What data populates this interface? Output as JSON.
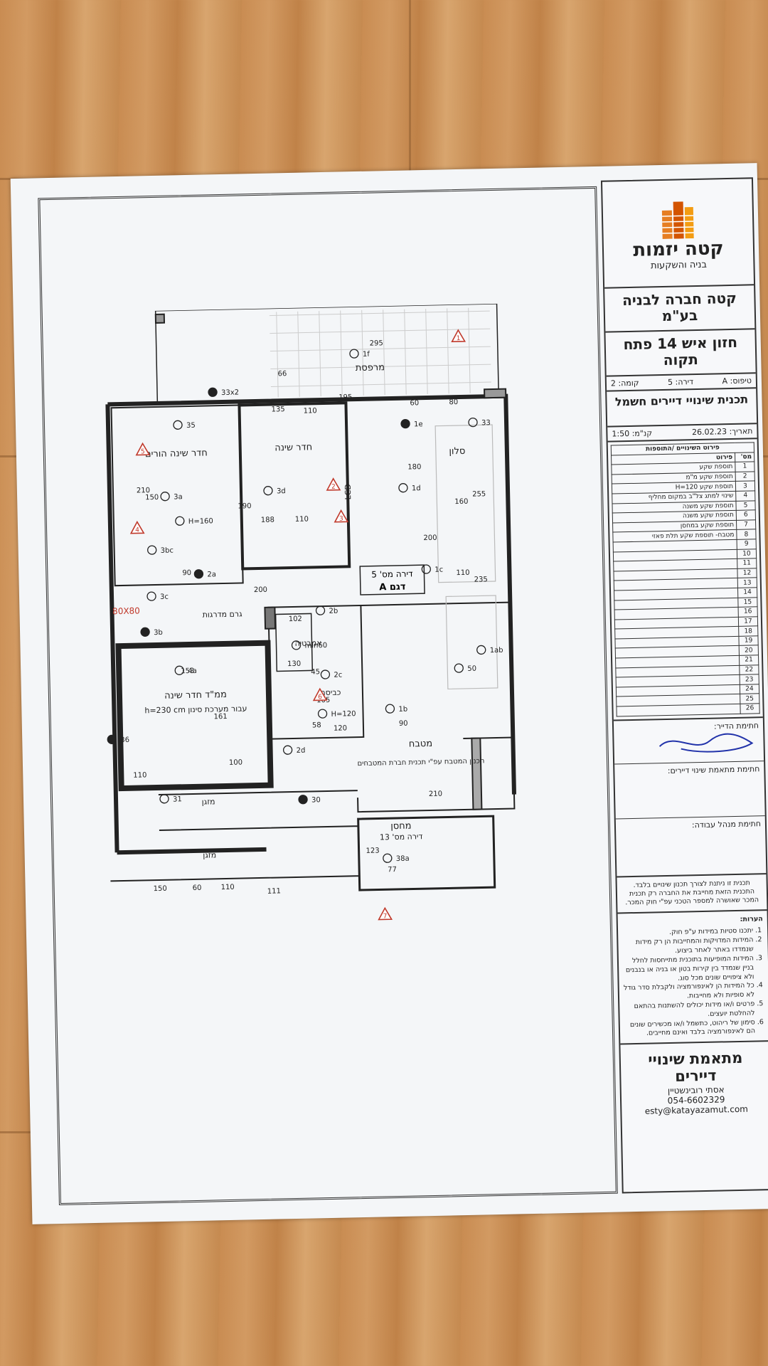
{
  "company": {
    "logo_name": "קטה יזמות",
    "logo_sub": "בניה והשקעות",
    "entity": "קטה חברה לבניה בע\"מ",
    "address": "חזון איש 14 פתח תקוה"
  },
  "info": {
    "type": "טיפוס: A",
    "apartment": "דירה: 5",
    "floor": "קומה: 2",
    "plan_title": "תכנית שינויי דיירים חשמל",
    "date": "תאריך: 26.02.23",
    "scale": "קנ\"מ: 1:50"
  },
  "changes": {
    "header": "פירוט השינויים /התוספות",
    "col_num": "מס'",
    "col_desc": "פירוט",
    "rows": [
      "תוספת שקע",
      "תוספת שקע מ\"מ",
      "תוספת שקע H=120",
      "שינוי למתג צל\"ב במקום מחליף",
      "תוספת שקע משנה",
      "תוספת שקע משנה",
      "תוספת שקע במחסן",
      "מטבח- תוספת שקע תלת פאזי",
      "",
      "",
      "",
      "",
      "",
      "",
      "",
      "",
      "",
      "",
      "",
      "",
      "",
      "",
      "",
      "",
      "",
      ""
    ]
  },
  "signatures": {
    "designer": "חתימת הדייר:",
    "consultant": "חתימת מתאמת שינוי דיירים:",
    "manager": "חתימת מנהל עבודה:"
  },
  "disclaimer": "תכנית זו ניתנת לצורך תכנון שינויים בלבד. התכנית הזאת מחייבת את החברה רק תכנית המכר שאושרה למספר הטכני עפ\"י חוק המכר.",
  "notes": {
    "title": "הערות:",
    "items": [
      "יתכנו סטיות במידות ע\"פ חוק.",
      "המידות המדויקות והמחייבות הן רק מידות שנמדדו באתר לאחר ביצוע.",
      "המידות המופיעות בתוכנית מתייחסות לחלל בניין שנמדד בין קירות בטון או בניה או בנבנים ולא ציפויים שונים מכל סוג.",
      "כל המידות הן לאינפורמציה ולקבלת סדר גודל לא סופיות ולא מחייבות.",
      "פרטים ו/או מידות יכולים להשתנות בהתאם להחלטת יועצים.",
      "סימון של ריהוט, כתשמל ו/או מכשירים שונים הם לאינפורמציה בלבד ואינם מחייבים."
    ]
  },
  "consultant": {
    "title": "מתאמת שינויי דיירים",
    "name": "אסתי רובינשטיין",
    "phone": "054-6602329",
    "email": "esty@katayazamut.com"
  },
  "plan": {
    "apartment_label": "דירה מס' 5",
    "model_label": "דגם A",
    "rooms": {
      "parents": "חדר שינה הורים",
      "bedroom1": "חדר שינה",
      "salon": "סלון",
      "balcony": "מרפסת",
      "mamad": "ממ\"ד חדר שינה",
      "kitchen": "מטבח",
      "storage": "מחסן",
      "storage_apt": "דירה מס' 13",
      "ac1": "מזגן",
      "ac2": "מזגן",
      "kitchen_note": "תכנון המטבח עפ\"י תכנית חברת המטבחים",
      "mamad_note": "עבור מערכת סינון h=230 cm",
      "laundry": "כביסה",
      "bath": "אמבטיה",
      "corridor": "גרם מדרגות",
      "lcd": "LCD",
      "tile": "80X80"
    },
    "dims": [
      "295",
      "66",
      "135",
      "110",
      "90",
      "195",
      "60",
      "80",
      "180",
      "160",
      "255",
      "210",
      "150",
      "190",
      "188",
      "110",
      "200",
      "235",
      "110",
      "90",
      "200",
      "102",
      "130",
      "45",
      "105",
      "58",
      "120",
      "161",
      "100",
      "110",
      "153",
      "210",
      "123",
      "77",
      "150",
      "60",
      "110",
      "111"
    ],
    "points": [
      "1f",
      "1e",
      "1d",
      "1c",
      "1b",
      "1ab",
      "2a",
      "2b",
      "2c",
      "2d",
      "3a",
      "3b",
      "3bc",
      "3c",
      "3d",
      "4a",
      "36",
      "38a",
      "33",
      "35",
      "50",
      "30",
      "31",
      "H=160",
      "H=120",
      "min60",
      "33x2"
    ],
    "change_markers": [
      "1",
      "2",
      "3",
      "4",
      "5",
      "6",
      "7"
    ]
  }
}
